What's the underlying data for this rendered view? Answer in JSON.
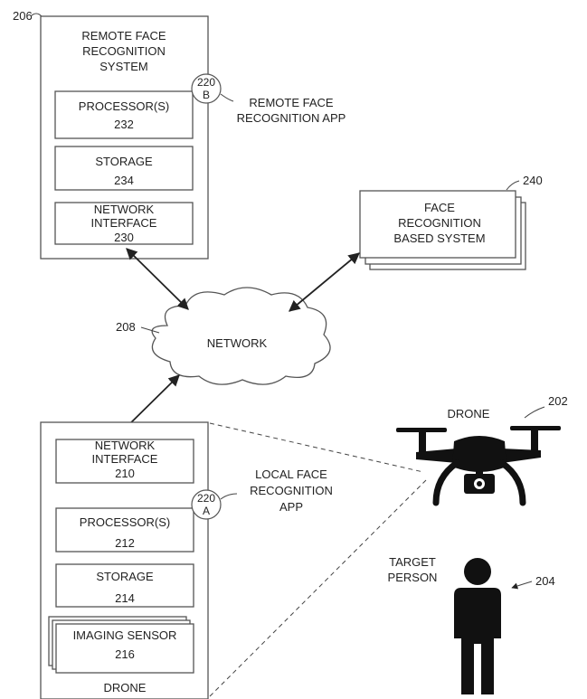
{
  "remote_system": {
    "ref": "206",
    "title": [
      "REMOTE FACE",
      "RECOGNITION",
      "SYSTEM"
    ],
    "processor": {
      "label": "PROCESSOR(S)",
      "ref": "232"
    },
    "storage": {
      "label": "STORAGE",
      "ref": "234"
    },
    "network_interface": {
      "label": [
        "NETWORK",
        "INTERFACE"
      ],
      "ref": "230"
    },
    "app": {
      "ref": [
        "220",
        "B"
      ],
      "label": [
        "REMOTE FACE",
        "RECOGNITION APP"
      ]
    }
  },
  "face_system": {
    "ref": "240",
    "label": [
      "FACE",
      "RECOGNITION",
      "BASED SYSTEM"
    ]
  },
  "network": {
    "ref": "208",
    "label": "NETWORK"
  },
  "drone_system": {
    "network_interface": {
      "label": [
        "NETWORK",
        "INTERFACE"
      ],
      "ref": "210"
    },
    "processor": {
      "label": "PROCESSOR(S)",
      "ref": "212"
    },
    "storage": {
      "label": "STORAGE",
      "ref": "214"
    },
    "imaging_sensor": {
      "label": "IMAGING SENSOR",
      "ref": "216"
    },
    "title": "DRONE",
    "app": {
      "ref": [
        "220",
        "A"
      ],
      "label": [
        "LOCAL FACE",
        "RECOGNITION",
        "APP"
      ]
    }
  },
  "drone": {
    "label": "DRONE",
    "ref": "202"
  },
  "target": {
    "label": [
      "TARGET",
      "PERSON"
    ],
    "ref": "204"
  }
}
